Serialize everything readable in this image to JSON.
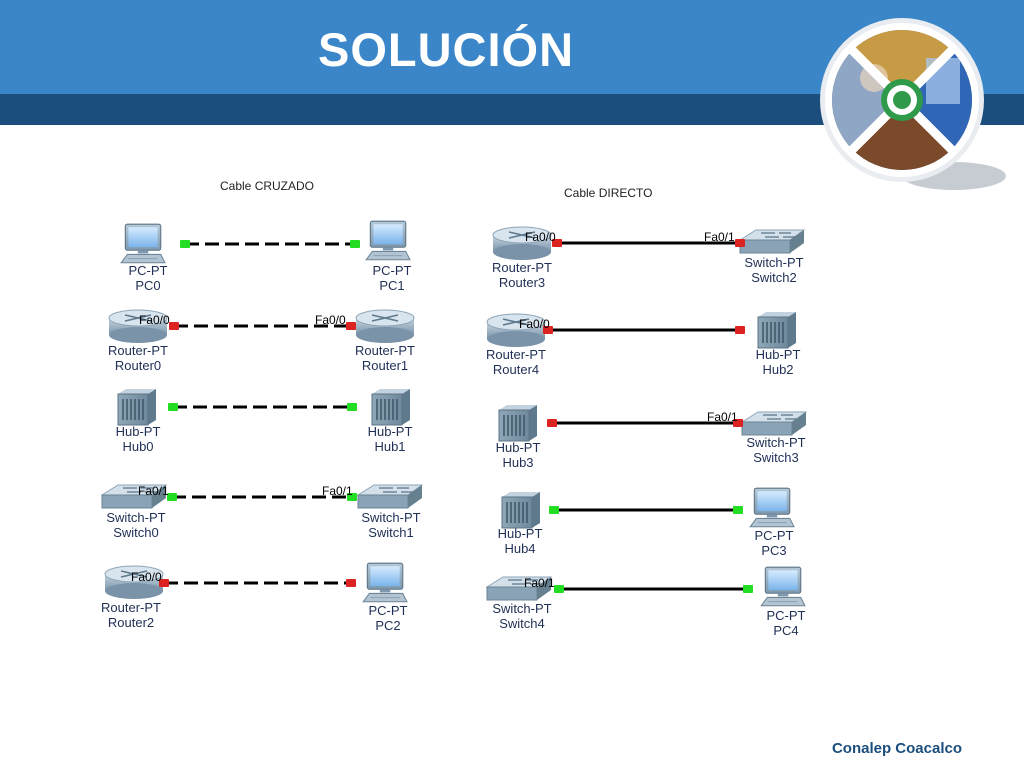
{
  "title": "SOLUCIÓN",
  "footer": "Conalep Coacalco",
  "colors": {
    "header": "#3a86c8",
    "header_dark": "#1c4e7d",
    "link_up": "#22dd22",
    "link_down": "#dd2222"
  },
  "groups": {
    "crossed": "Cable CRUZADO",
    "straight": "Cable DIRECTO"
  },
  "devices": {
    "pc0": {
      "type": "pc-icon",
      "model": "PC-PT",
      "name": "PC0"
    },
    "pc1": {
      "type": "pc-icon",
      "model": "PC-PT",
      "name": "PC1"
    },
    "router0": {
      "type": "router-icon",
      "model": "Router-PT",
      "name": "Router0"
    },
    "router1": {
      "type": "router-icon",
      "model": "Router-PT",
      "name": "Router1"
    },
    "hub0": {
      "type": "hub-icon",
      "model": "Hub-PT",
      "name": "Hub0"
    },
    "hub1": {
      "type": "hub-icon",
      "model": "Hub-PT",
      "name": "Hub1"
    },
    "switch0": {
      "type": "switch-icon",
      "model": "Switch-PT",
      "name": "Switch0"
    },
    "switch1": {
      "type": "switch-icon",
      "model": "Switch-PT",
      "name": "Switch1"
    },
    "router2": {
      "type": "router-icon",
      "model": "Router-PT",
      "name": "Router2"
    },
    "pc2": {
      "type": "pc-icon",
      "model": "PC-PT",
      "name": "PC2"
    },
    "router3": {
      "type": "router-icon",
      "model": "Router-PT",
      "name": "Router3"
    },
    "switch2": {
      "type": "switch-icon",
      "model": "Switch-PT",
      "name": "Switch2"
    },
    "router4": {
      "type": "router-icon",
      "model": "Router-PT",
      "name": "Router4"
    },
    "hub2": {
      "type": "hub-icon",
      "model": "Hub-PT",
      "name": "Hub2"
    },
    "hub3": {
      "type": "hub-icon",
      "model": "Hub-PT",
      "name": "Hub3"
    },
    "switch3": {
      "type": "switch-icon",
      "model": "Switch-PT",
      "name": "Switch3"
    },
    "hub4": {
      "type": "hub-icon",
      "model": "Hub-PT",
      "name": "Hub4"
    },
    "pc3": {
      "type": "pc-icon",
      "model": "PC-PT",
      "name": "PC3"
    },
    "switch4": {
      "type": "switch-icon",
      "model": "Switch-PT",
      "name": "Switch4"
    },
    "pc4": {
      "type": "pc-icon",
      "model": "PC-PT",
      "name": "PC4"
    }
  },
  "links": [
    {
      "cable": "crossover",
      "from": "pc0",
      "to": "pc1",
      "status": [
        "up",
        "up"
      ],
      "ports": [
        "",
        ""
      ]
    },
    {
      "cable": "crossover",
      "from": "router0",
      "to": "router1",
      "status": [
        "down",
        "down"
      ],
      "ports": [
        "Fa0/0",
        "Fa0/0"
      ]
    },
    {
      "cable": "crossover",
      "from": "hub0",
      "to": "hub1",
      "status": [
        "up",
        "up"
      ],
      "ports": [
        "",
        ""
      ]
    },
    {
      "cable": "crossover",
      "from": "switch0",
      "to": "switch1",
      "status": [
        "up",
        "up"
      ],
      "ports": [
        "Fa0/1",
        "Fa0/1"
      ]
    },
    {
      "cable": "crossover",
      "from": "router2",
      "to": "pc2",
      "status": [
        "down",
        "down"
      ],
      "ports": [
        "Fa0/0",
        ""
      ]
    },
    {
      "cable": "straight",
      "from": "router3",
      "to": "switch2",
      "status": [
        "down",
        "down"
      ],
      "ports": [
        "Fa0/0",
        "Fa0/1"
      ]
    },
    {
      "cable": "straight",
      "from": "router4",
      "to": "hub2",
      "status": [
        "down",
        "down"
      ],
      "ports": [
        "Fa0/0",
        ""
      ]
    },
    {
      "cable": "straight",
      "from": "hub3",
      "to": "switch3",
      "status": [
        "down",
        "down"
      ],
      "ports": [
        "",
        "Fa0/1"
      ]
    },
    {
      "cable": "straight",
      "from": "hub4",
      "to": "pc3",
      "status": [
        "up",
        "up"
      ],
      "ports": [
        "",
        ""
      ]
    },
    {
      "cable": "straight",
      "from": "switch4",
      "to": "pc4",
      "status": [
        "up",
        "up"
      ],
      "ports": [
        "Fa0/1",
        ""
      ]
    }
  ]
}
